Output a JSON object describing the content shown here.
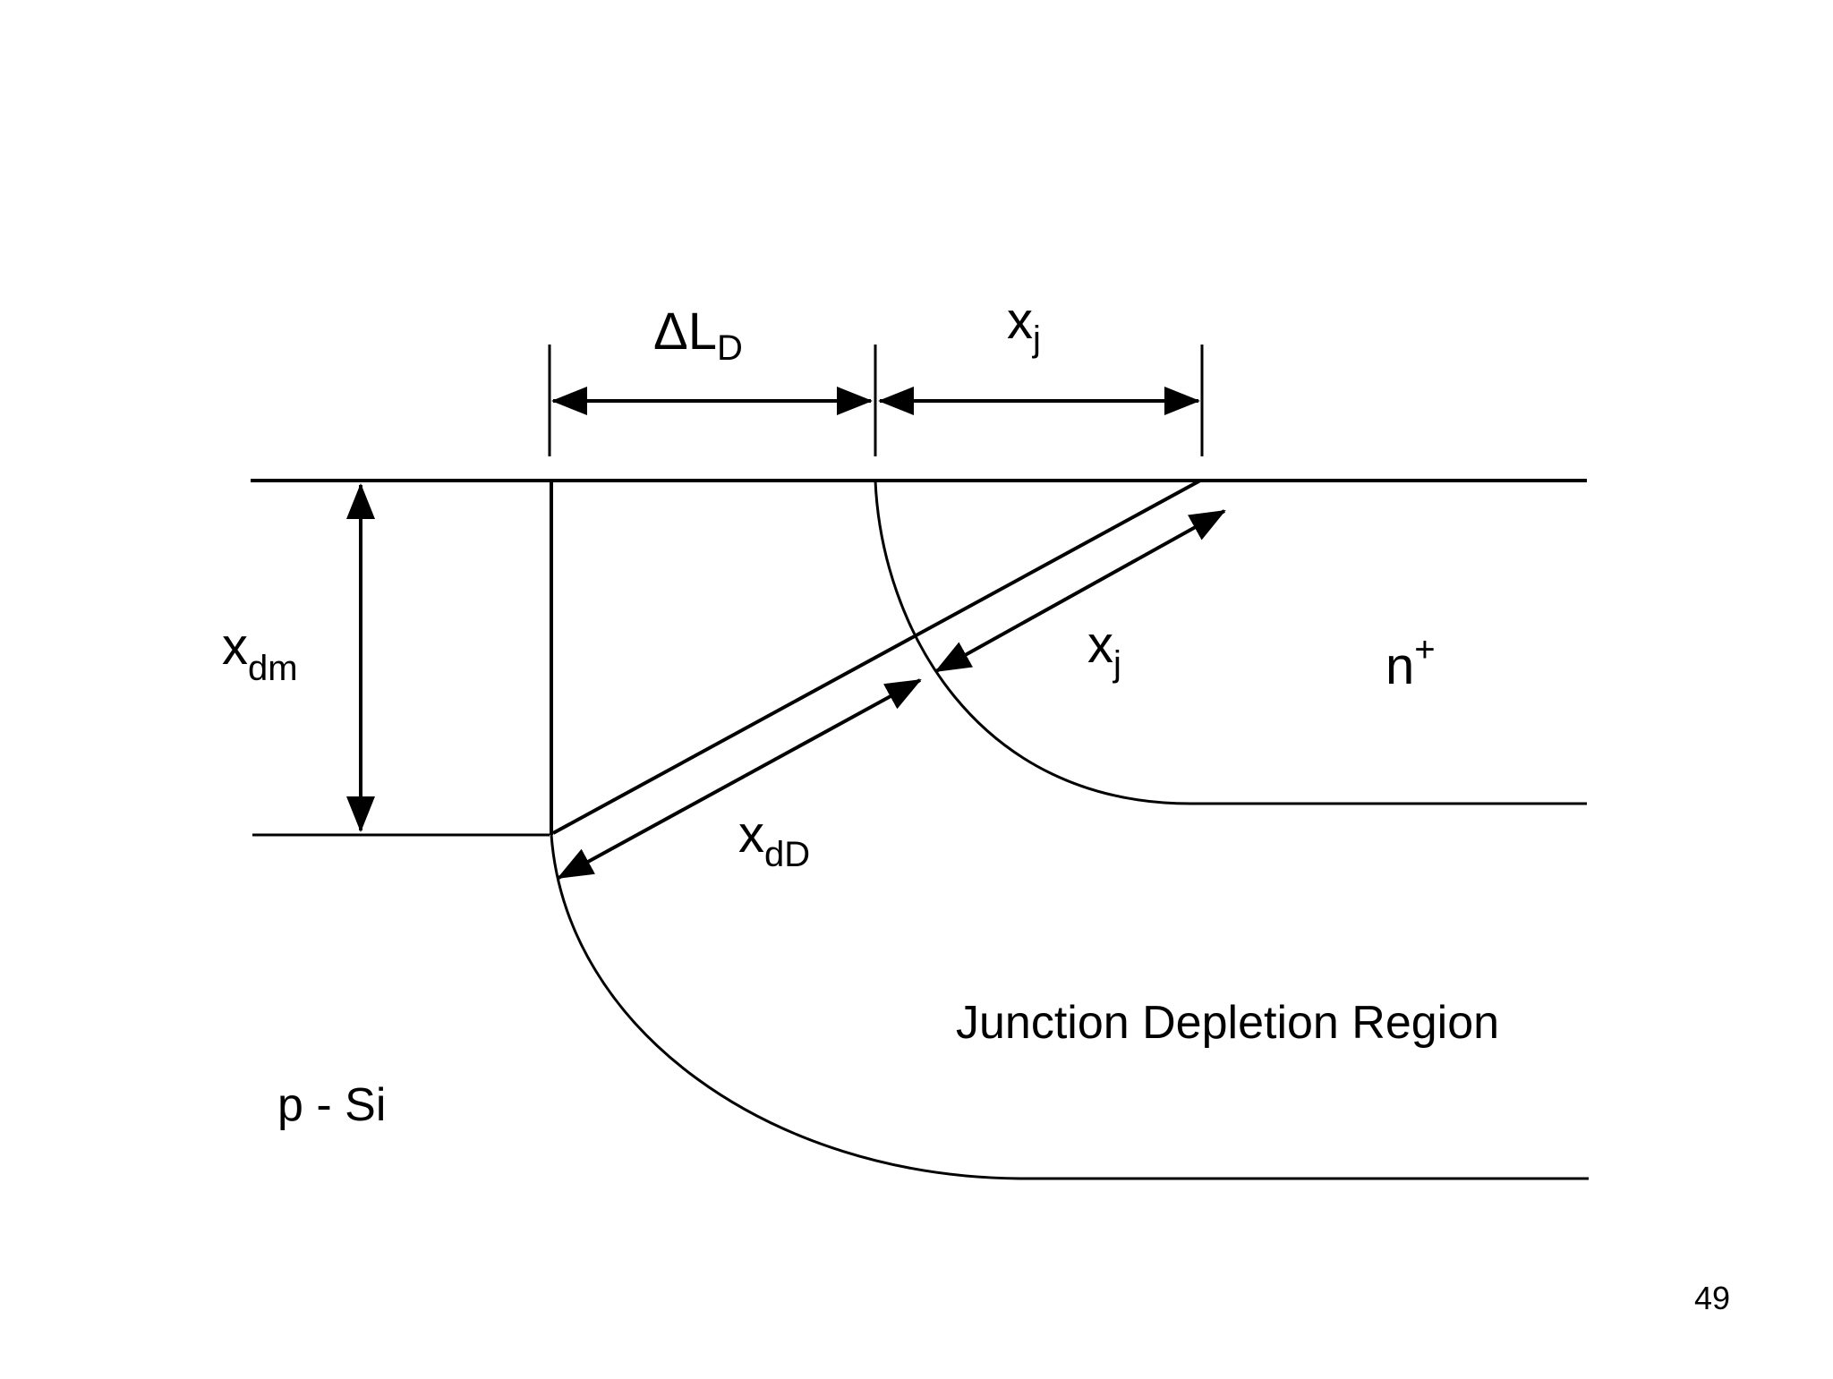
{
  "labels": {
    "delta_ld_main": "ΔL",
    "delta_ld_sub": "D",
    "xj_top_main": "x",
    "xj_top_sub": "j",
    "xdm_main": "x",
    "xdm_sub": "dm",
    "xj_diag_main": "x",
    "xj_diag_sub": "j",
    "n_plus_main": "n",
    "n_plus_sup": "+",
    "xdd_main": "x",
    "xdd_sub": "dD",
    "junction_region": "Junction Depletion Region",
    "p_si": "p - Si"
  },
  "page_number": "49"
}
